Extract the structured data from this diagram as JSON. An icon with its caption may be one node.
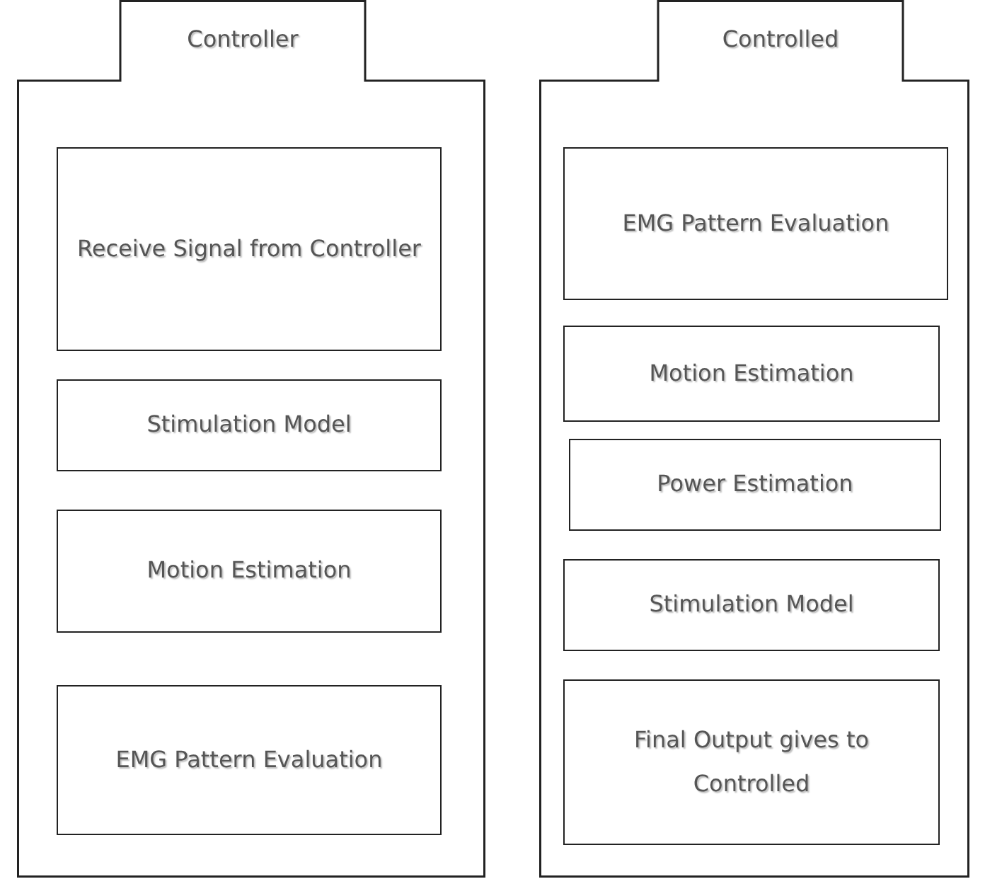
{
  "diagram": {
    "nodes": [
      {
        "text": [
          "Controller"
        ]
      },
      {
        "text": [
          "Receive Signal from Controller"
        ],
        "in": 0
      },
      {
        "text": [
          "Stimulation Model"
        ],
        "in": 0
      },
      {
        "text": [
          "Motion Estimation"
        ],
        "in": 0
      },
      {
        "text": [
          "EMG Pattern Evaluation"
        ],
        "in": 0
      },
      {
        "text": [
          "Controlled"
        ]
      },
      {
        "text": [
          "EMG Pattern Evaluation"
        ],
        "in": 5
      },
      {
        "text": [
          "Motion Estimation"
        ],
        "in": 5
      },
      {
        "text": [
          "Power Estimation"
        ],
        "in": 5
      },
      {
        "text": [
          "Stimulation Model"
        ],
        "in": 5
      },
      {
        "text": [
          "Final Output gives to Controlled"
        ],
        "in": 5
      }
    ]
  }
}
